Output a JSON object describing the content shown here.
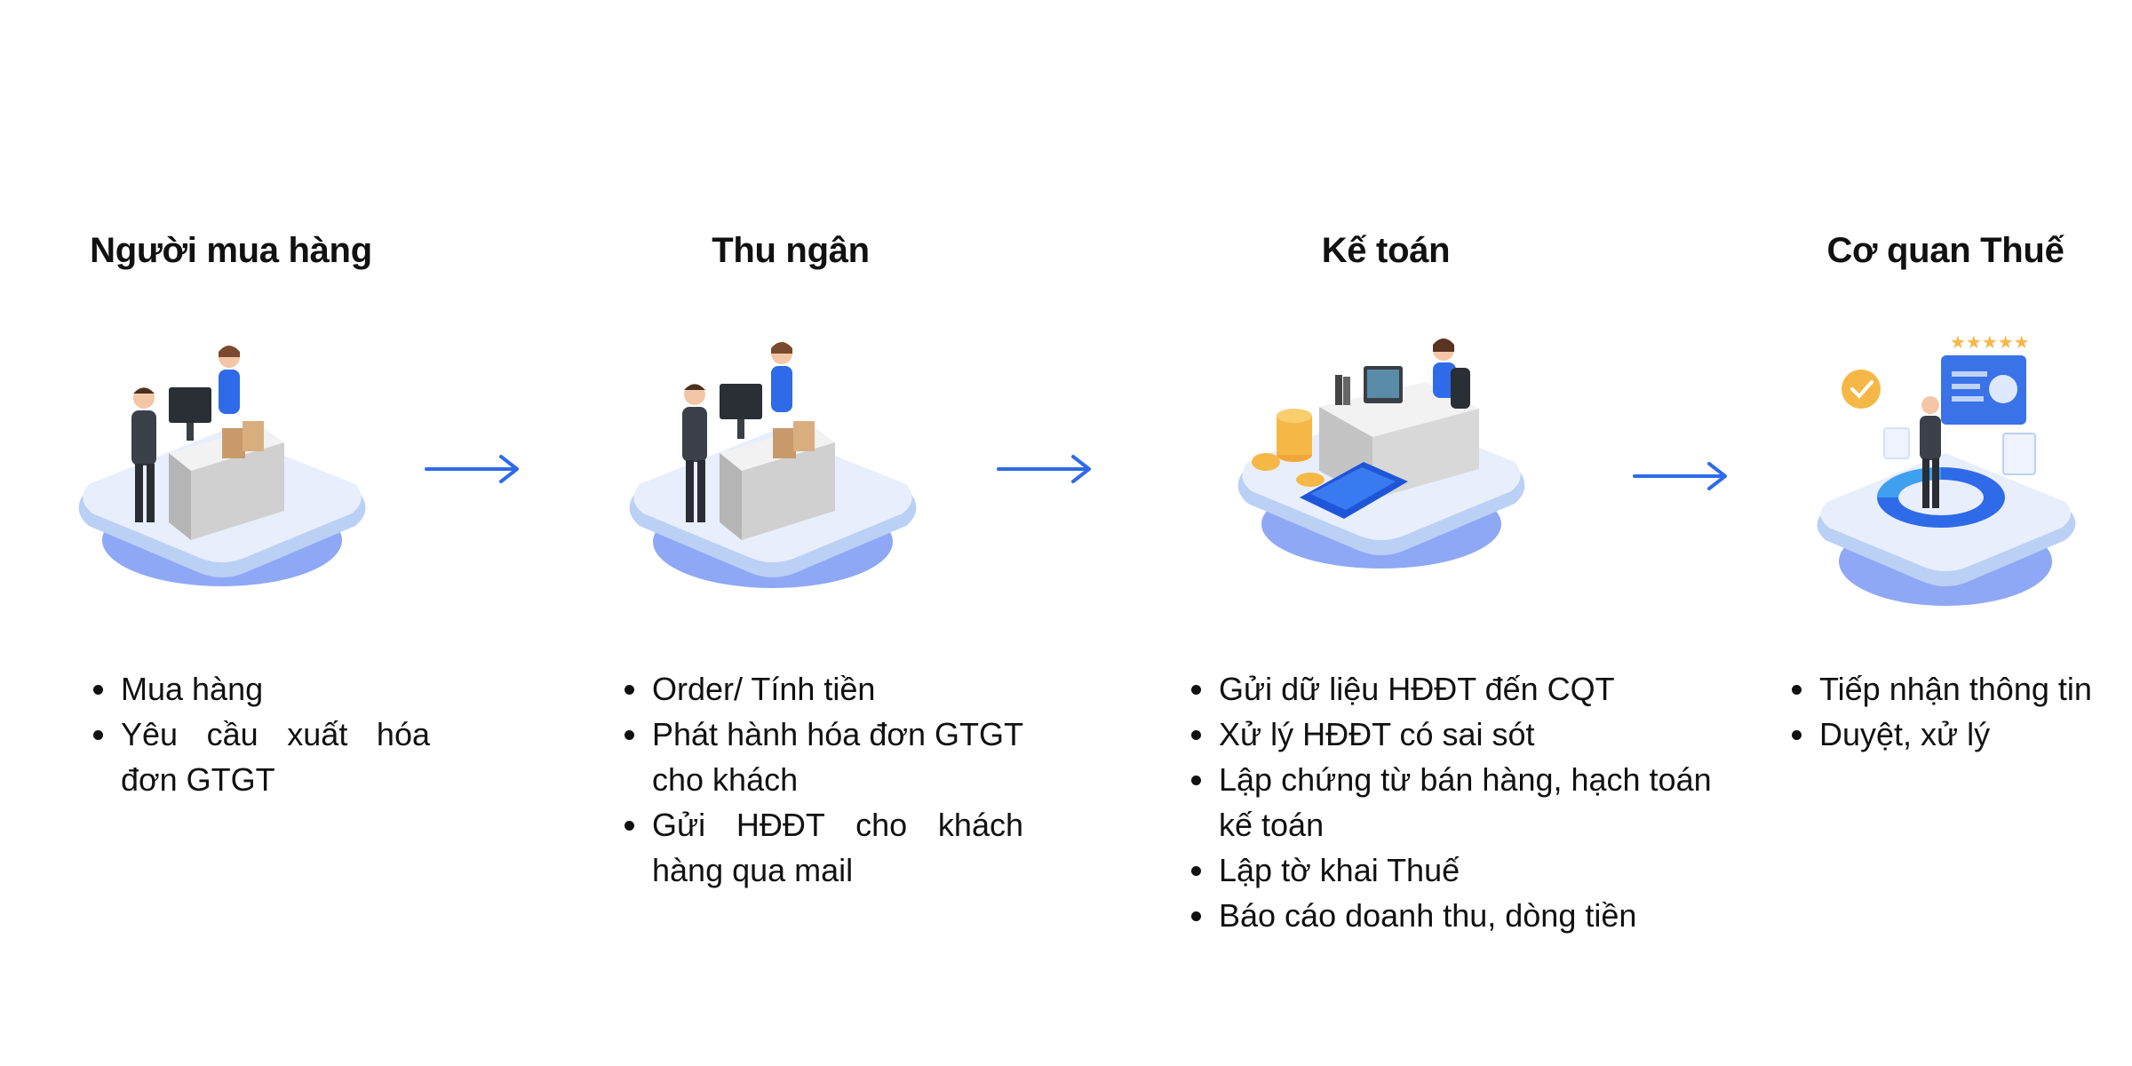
{
  "stages": [
    {
      "title": "Người mua hàng",
      "bullets": [
        "Mua hàng",
        "Yêu cầu xuất hóa đơn GTGT"
      ]
    },
    {
      "title": "Thu ngân",
      "bullets": [
        "Order/ Tính tiền",
        "Phát hành hóa đơn GTGT cho khách",
        "Gửi HĐĐT cho khách hàng qua mail"
      ]
    },
    {
      "title": "Kế toán",
      "bullets": [
        "Gửi dữ liệu HĐĐT đến CQT",
        "Xử lý HĐĐT có sai sót",
        "Lập chứng từ bán hàng, hạch toán kế toán",
        "Lập tờ khai Thuế",
        "Báo cáo doanh thu, dòng tiền"
      ]
    },
    {
      "title": "Cơ quan Thuế",
      "bullets": [
        "Tiếp nhận thông tin",
        "Duyệt, xử lý"
      ]
    }
  ],
  "colors": {
    "arrow": "#2F6BE8",
    "platform_top": "#E8EEFB",
    "platform_edge": "#BBD0F5",
    "platform_shadow": "#8FA8F5",
    "text": "#111111"
  },
  "icons": [
    "buyer-cashier-counter-icon",
    "cashier-counter-icon",
    "accountant-desk-icon",
    "tax-authority-review-icon"
  ]
}
